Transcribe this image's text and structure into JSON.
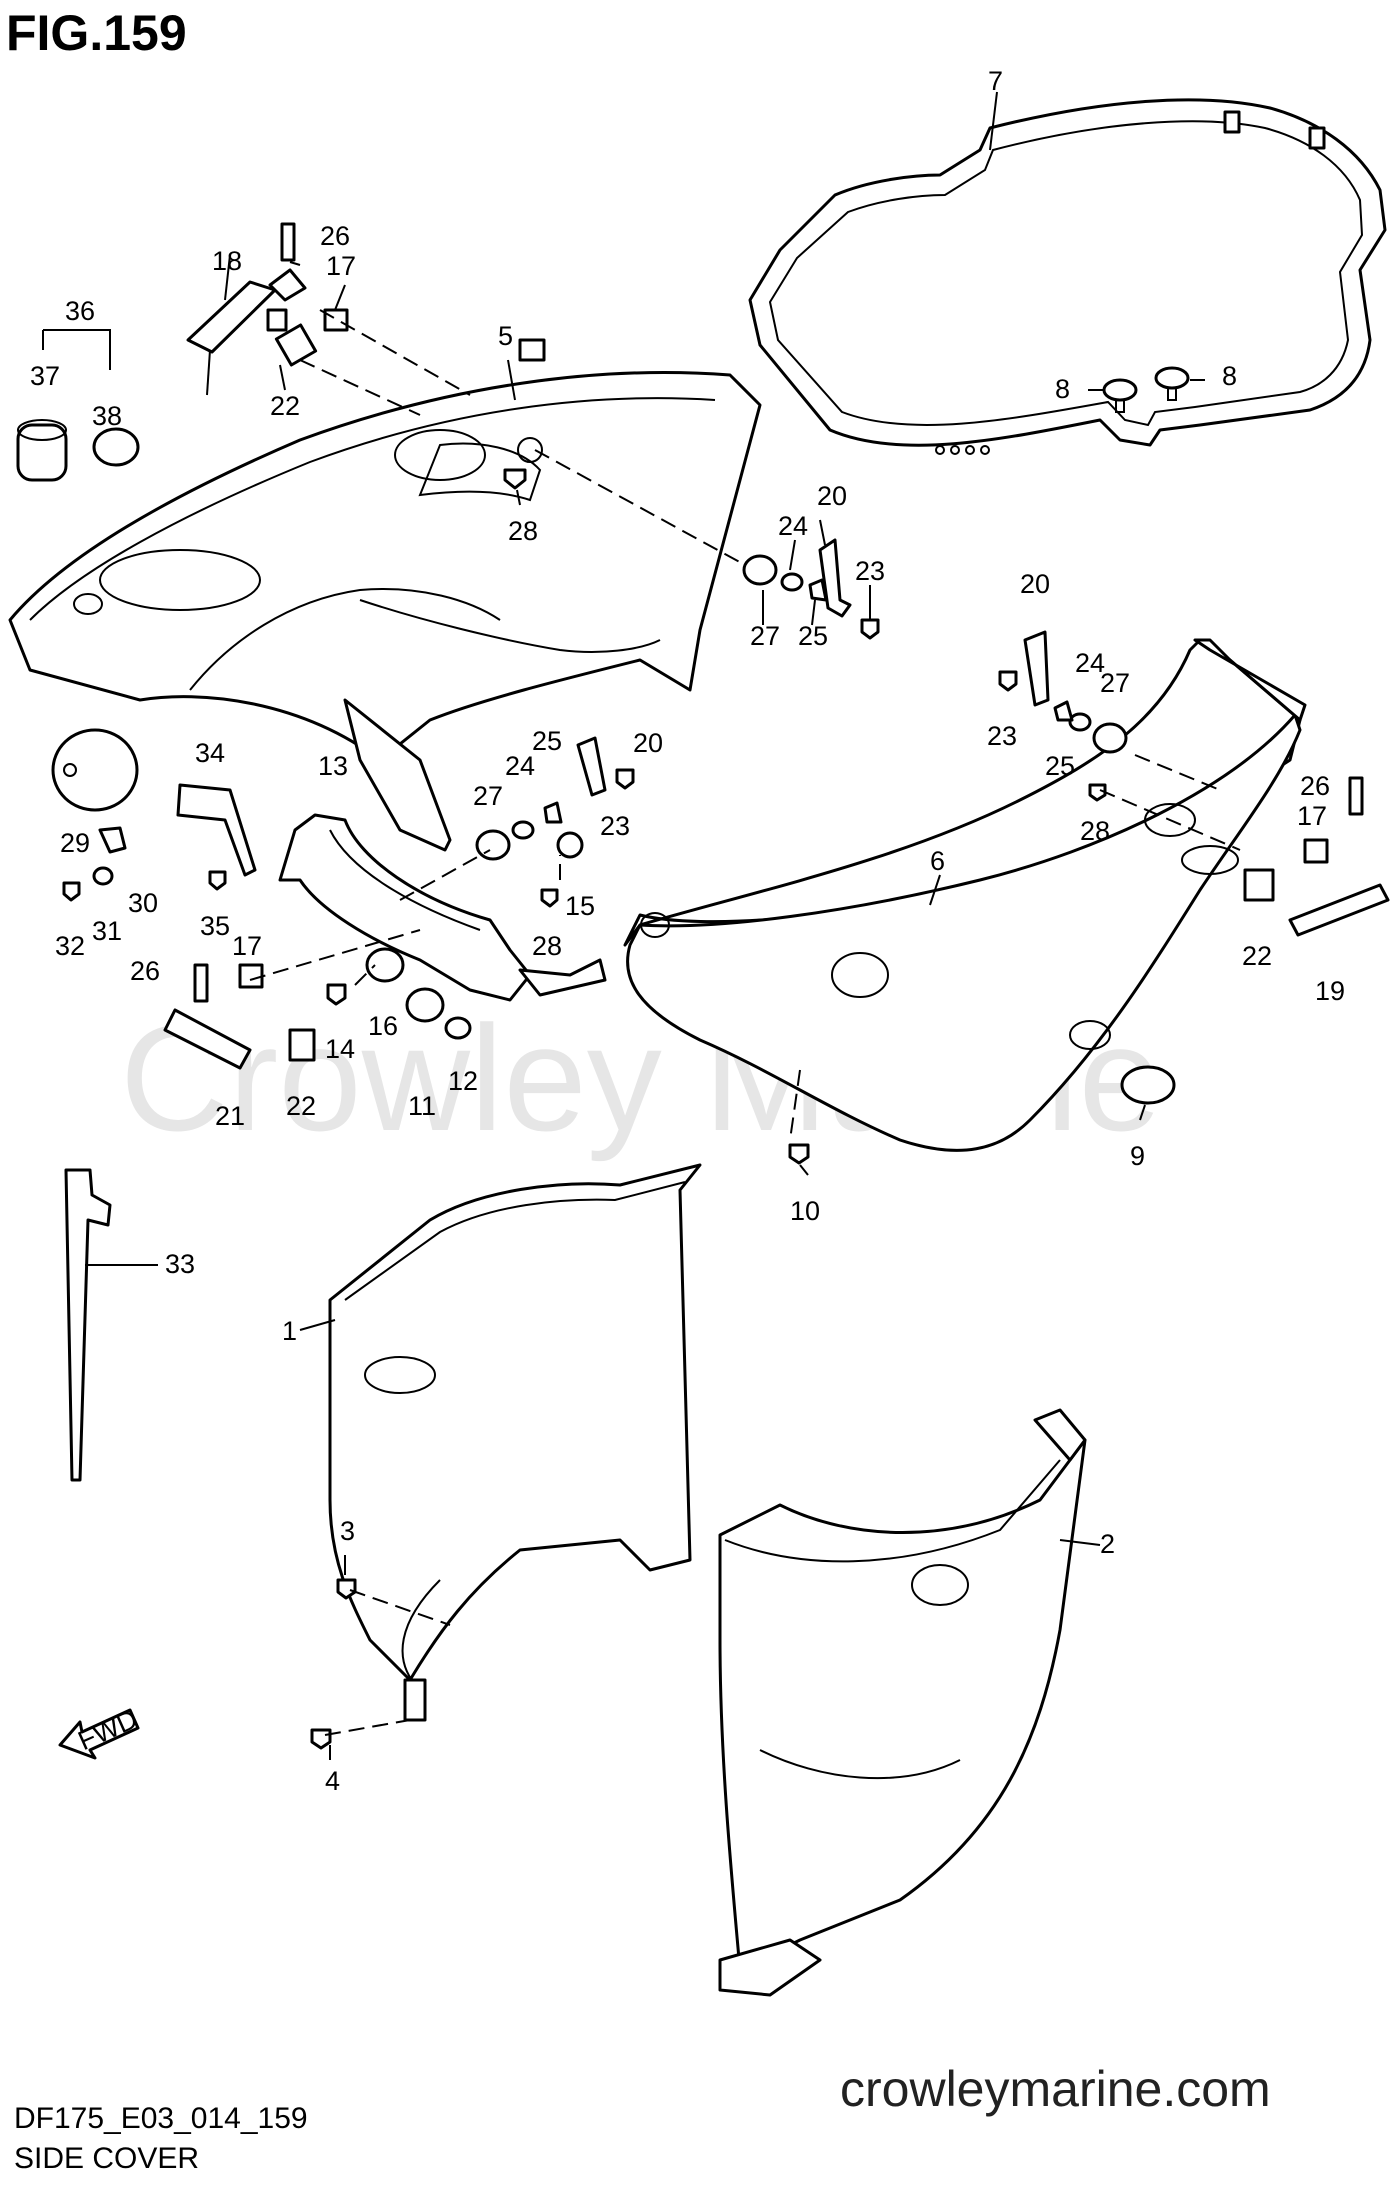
{
  "figure": {
    "title": "FIG.159",
    "code": "DF175_E03_014_159",
    "section": "SIDE COVER",
    "website": "crowleymarine.com",
    "watermark": "Crowley Marine",
    "fwd_label": "FWD"
  },
  "callouts": {
    "c1": "1",
    "c2": "2",
    "c3": "3",
    "c4": "4",
    "c5": "5",
    "c6": "6",
    "c7": "7",
    "c8a": "8",
    "c8b": "8",
    "c9": "9",
    "c10": "10",
    "c11": "11",
    "c12": "12",
    "c13": "13",
    "c14": "14",
    "c15": "15",
    "c16": "16",
    "c17a": "17",
    "c17b": "17",
    "c17c": "17",
    "c18": "18",
    "c19": "19",
    "c20a": "20",
    "c20b": "20",
    "c20c": "20",
    "c21": "21",
    "c22a": "22",
    "c22b": "22",
    "c22c": "22",
    "c23a": "23",
    "c23b": "23",
    "c23c": "23",
    "c24a": "24",
    "c24b": "24",
    "c24c": "24",
    "c25a": "25",
    "c25b": "25",
    "c25c": "25",
    "c26a": "26",
    "c26b": "26",
    "c26c": "26",
    "c27a": "27",
    "c27b": "27",
    "c27c": "27",
    "c28a": "28",
    "c28b": "28",
    "c28c": "28",
    "c29": "29",
    "c30": "30",
    "c31": "31",
    "c32": "32",
    "c33": "33",
    "c34": "34",
    "c35": "35",
    "c36": "36",
    "c37": "37",
    "c38": "38"
  },
  "colors": {
    "line": "#000000",
    "background": "#ffffff",
    "watermark": "#e6e6e6"
  }
}
